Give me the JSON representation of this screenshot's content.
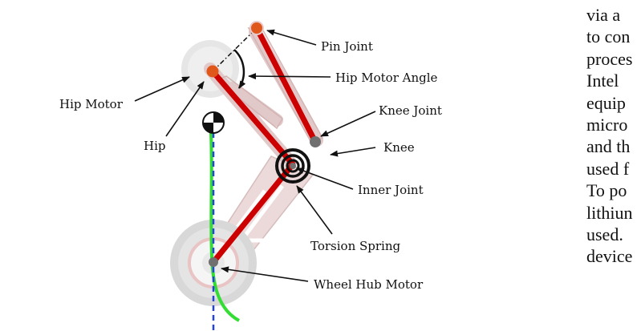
{
  "labels": {
    "pin_joint": "Pin Joint",
    "hip_motor_angle": "Hip Motor Angle",
    "hip_motor": "Hip Motor",
    "knee_joint": "Knee Joint",
    "hip": "Hip",
    "knee": "Knee",
    "inner_joint": "Inner Joint",
    "torsion_spring": "Torsion Spring",
    "wheel_hub_motor": "Wheel Hub Motor"
  },
  "side_text": {
    "lines": [
      "via a",
      "to con",
      "proces",
      "Intel",
      "equip",
      "micro",
      "and th",
      "used f",
      "To po",
      "lithiun",
      "used.",
      "device"
    ]
  },
  "colors": {
    "link": "#cc0000",
    "joint_orange": "#e0571b",
    "joint_gray": "#707070",
    "trajectory": "#33dd33",
    "vertical_dash": "#2244dd",
    "frame_ghost": "#e2c9c9"
  }
}
